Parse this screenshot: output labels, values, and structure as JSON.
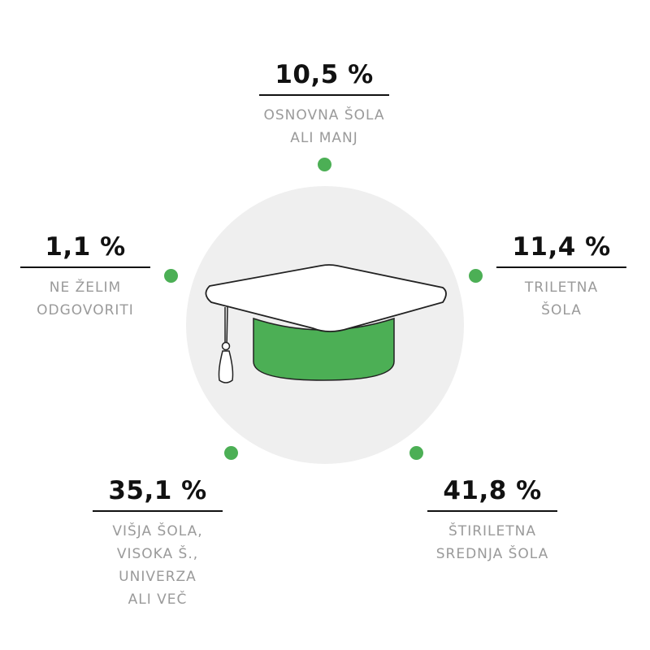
{
  "colors": {
    "accent": "#4caf55",
    "circle": "#efefef",
    "label": "#9a9a9a",
    "value": "#111111"
  },
  "icon": "graduation-cap-icon",
  "chart_data": {
    "type": "radial-stats",
    "items": [
      {
        "value": 10.5,
        "display": "10,5 %",
        "label_lines": [
          "OSNOVNA ŠOLA",
          "ALI MANJ"
        ]
      },
      {
        "value": 11.4,
        "display": "11,4 %",
        "label_lines": [
          "TRILETNA",
          "ŠOLA"
        ]
      },
      {
        "value": 41.8,
        "display": "41,8 %",
        "label_lines": [
          "ŠTIRILETNA",
          "SREDNJA ŠOLA"
        ]
      },
      {
        "value": 35.1,
        "display": "35,1 %",
        "label_lines": [
          "VIŠJA ŠOLA,",
          "VISOKA Š.,",
          "UNIVERZA",
          "ALI VEČ"
        ]
      },
      {
        "value": 1.1,
        "display": "1,1 %",
        "label_lines": [
          "NE ŽELIM",
          "ODGOVORITI"
        ]
      }
    ]
  }
}
